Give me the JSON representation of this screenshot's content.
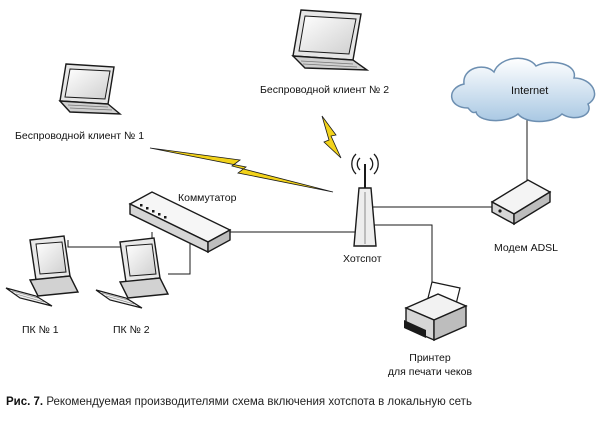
{
  "labels": {
    "internet": "Internet",
    "client2": "Беспроводной клиент № 2",
    "client1": "Беспроводной клиент № 1",
    "switch": "Коммутатор",
    "hotspot": "Хотспот",
    "modem": "Модем ADSL",
    "pc1": "ПК № 1",
    "pc2": "ПК № 2",
    "printer_line1": "Принтер",
    "printer_line2": "для печати чеков"
  },
  "caption": {
    "prefix": "Рис. 7.",
    "text": " Рекомендуемая производителями схема включения хотспота в локальную сеть"
  },
  "colors": {
    "line": "#1a1a1a",
    "lightning": "#f2d21a",
    "cloud": "#cfe3f2",
    "cloud_stroke": "#6d8fb1",
    "device_fill": "#eeeeee",
    "device_shade": "#bdbdbd"
  },
  "icons": [
    "laptop-icon",
    "cloud-icon",
    "router-icon",
    "modem-icon",
    "switch-icon",
    "desktop-pc-icon",
    "printer-icon",
    "lightning-icon",
    "wireless-signal-icon"
  ]
}
